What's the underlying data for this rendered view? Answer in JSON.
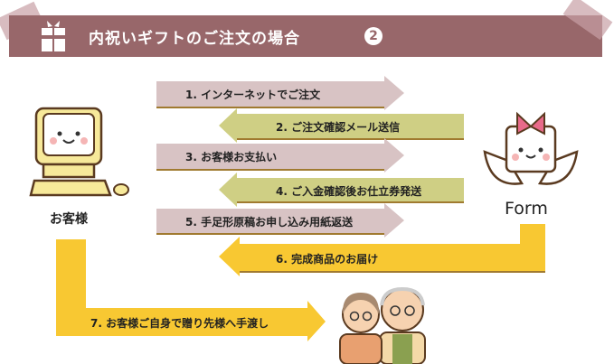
{
  "title": "内祝いギフトのご注文の場合",
  "step_badge": "2",
  "customer_label": "お客様",
  "shop_label": "Form",
  "steps": [
    {
      "label": "1. インターネットでご注文",
      "direction": "right",
      "color": "#d8c3c4"
    },
    {
      "label": "2. ご注文確認メール送信",
      "direction": "left",
      "color": "#cfcf84"
    },
    {
      "label": "3. お客様お支払い",
      "direction": "right",
      "color": "#d8c3c4"
    },
    {
      "label": "4. ご入金確認後お仕立券発送",
      "direction": "left",
      "color": "#cfcf84"
    },
    {
      "label": "5. 手足形原稿お申し込み用紙返送",
      "direction": "right",
      "color": "#d8c3c4"
    },
    {
      "label": "6. 完成商品のお届け",
      "direction": "left",
      "color": "#f8c832"
    },
    {
      "label": "7. お客様ご自身で贈り先様へ手渡し",
      "direction": "right",
      "color": "#f8c832"
    }
  ]
}
